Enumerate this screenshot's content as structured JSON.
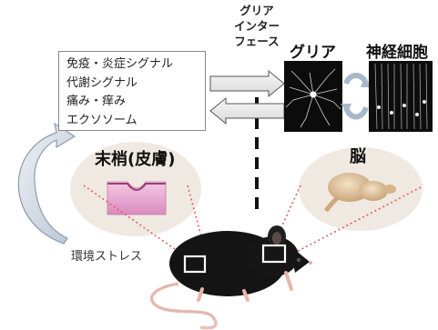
{
  "signal_box": {
    "lines": [
      "免疫・炎症シグナル",
      "代謝シグナル",
      "痛み・痒み",
      "エクソソーム"
    ]
  },
  "glia_interface": {
    "lines": [
      "グリア",
      "インター",
      "フェース"
    ]
  },
  "glia_label": "グリア",
  "neuron_label": "神経細胞",
  "peripheral_label": "末梢(皮膚)",
  "brain_label": "脳",
  "stress_label": "環境ストレス",
  "colors": {
    "dotted_red": "#e06060",
    "oval_fill": "#efe9e2",
    "mouse": "#141414",
    "skin_pink": "#e8a0c8",
    "brain_tan": "#e4c7a0",
    "arrow_gray": "#9aa8b8"
  }
}
